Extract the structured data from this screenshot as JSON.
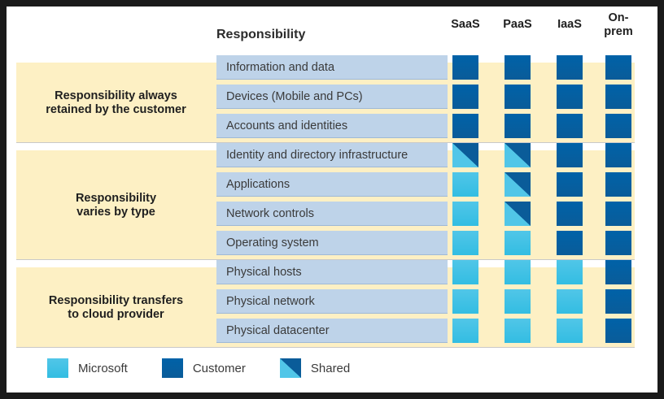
{
  "colors": {
    "customer": "#0a5c99",
    "microsoft": "#33bde2",
    "band": "#fdf0c4",
    "row_bar": "#bed3e9",
    "page_border": "#1a1a1a",
    "card": "#ffffff"
  },
  "header": {
    "responsibility_label": "Responsibility",
    "columns": [
      {
        "label": "SaaS"
      },
      {
        "label": "PaaS"
      },
      {
        "label": "IaaS"
      },
      {
        "label": "On-\nprem"
      }
    ]
  },
  "groups": [
    {
      "label": "Responsibility always\nretained by the customer"
    },
    {
      "label": "Responsibility\nvaries by type"
    },
    {
      "label": "Responsibility transfers\nto cloud provider"
    }
  ],
  "rows": [
    {
      "label": "Information and data",
      "group": 0,
      "cells": [
        "customer",
        "customer",
        "customer",
        "customer"
      ]
    },
    {
      "label": "Devices (Mobile and PCs)",
      "group": 0,
      "cells": [
        "customer",
        "customer",
        "customer",
        "customer"
      ]
    },
    {
      "label": "Accounts and identities",
      "group": 0,
      "cells": [
        "customer",
        "customer",
        "customer",
        "customer"
      ]
    },
    {
      "label": "Identity and directory infrastructure",
      "group": 1,
      "cells": [
        "shared",
        "shared",
        "customer",
        "customer"
      ]
    },
    {
      "label": "Applications",
      "group": 1,
      "cells": [
        "microsoft",
        "shared",
        "customer",
        "customer"
      ]
    },
    {
      "label": "Network controls",
      "group": 1,
      "cells": [
        "microsoft",
        "shared",
        "customer",
        "customer"
      ]
    },
    {
      "label": "Operating system",
      "group": 1,
      "cells": [
        "microsoft",
        "microsoft",
        "customer",
        "customer"
      ]
    },
    {
      "label": "Physical hosts",
      "group": 2,
      "cells": [
        "microsoft",
        "microsoft",
        "microsoft",
        "customer"
      ]
    },
    {
      "label": "Physical network",
      "group": 2,
      "cells": [
        "microsoft",
        "microsoft",
        "microsoft",
        "customer"
      ]
    },
    {
      "label": "Physical datacenter",
      "group": 2,
      "cells": [
        "microsoft",
        "microsoft",
        "microsoft",
        "customer"
      ]
    }
  ],
  "legend": [
    {
      "key": "microsoft",
      "label": "Microsoft"
    },
    {
      "key": "customer",
      "label": "Customer"
    },
    {
      "key": "shared",
      "label": "Shared"
    }
  ]
}
